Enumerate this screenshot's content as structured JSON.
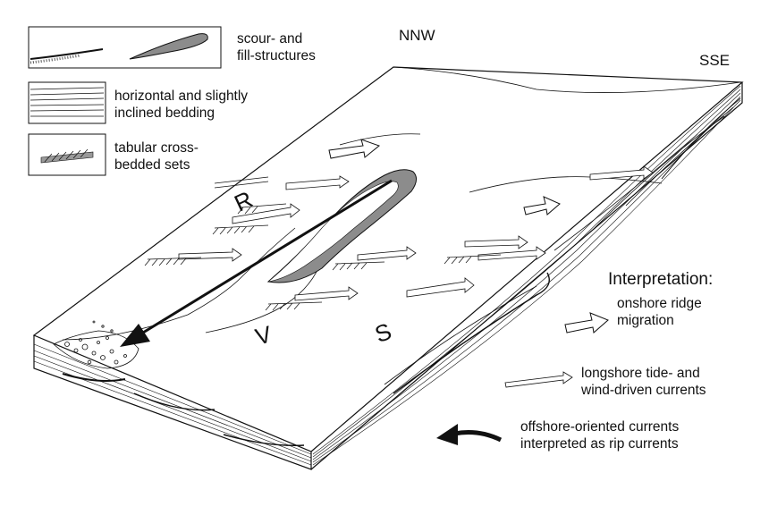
{
  "legend": {
    "scour": [
      "scour- and",
      "fill-structures"
    ],
    "bedding": [
      "horizontal and slightly",
      "inclined bedding"
    ],
    "crossbed": [
      "tabular cross-",
      "bedded sets"
    ]
  },
  "orientation": {
    "north": "NNW",
    "south": "SSE"
  },
  "letters": {
    "r": "R",
    "v": "V",
    "s": "S"
  },
  "interpretation": {
    "title": "Interpretation:",
    "ridge": [
      "onshore ridge",
      "migration"
    ],
    "longshore": [
      "longshore tide- and",
      "wind-driven currents"
    ],
    "offshore": [
      "offshore-oriented currents",
      "interpreted as rip currents"
    ]
  },
  "colors": {
    "stroke": "#111111",
    "channel_fill": "#8c8c8c",
    "background": "#ffffff"
  }
}
